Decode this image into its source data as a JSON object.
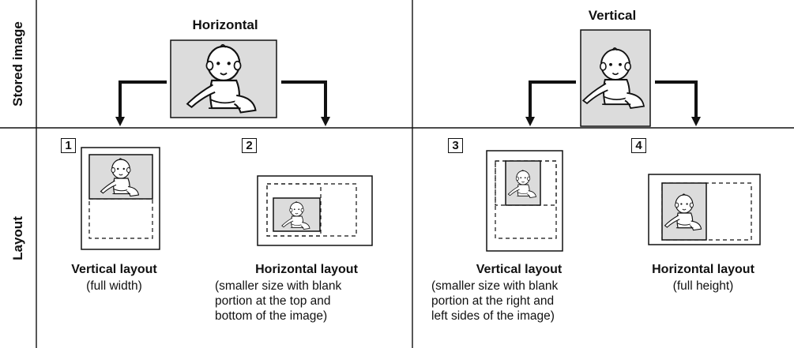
{
  "row_labels": {
    "stored": "Stored image",
    "layout": "Layout"
  },
  "stored": {
    "horizontal_title": "Horizontal",
    "vertical_title": "Vertical"
  },
  "layouts": [
    {
      "num": "1",
      "title": "Vertical layout",
      "desc": "(full width)"
    },
    {
      "num": "2",
      "title": "Horizontal layout",
      "desc": "(smaller size with blank\nportion at the top and\nbottom of the image)"
    },
    {
      "num": "3",
      "title": "Vertical layout",
      "desc": "(smaller size with blank\nportion at the right and\nleft sides of the image)"
    },
    {
      "num": "4",
      "title": "Horizontal layout",
      "desc": "(full height)"
    }
  ],
  "colors": {
    "photo_fill": "#dcdcdc",
    "line": "#111111"
  }
}
